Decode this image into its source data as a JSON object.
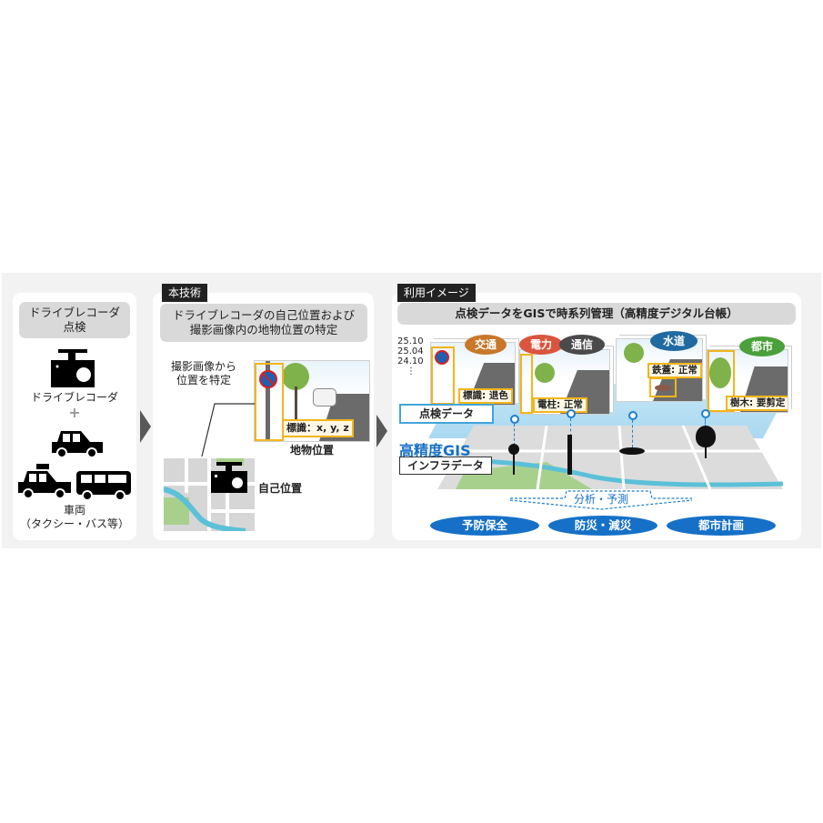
{
  "panel1": {
    "header": [
      "ドライブレコーダ",
      "点検"
    ],
    "dashcam_label": "ドライブレコーダ",
    "plus": "+",
    "vehicles_label": [
      "車両",
      "（タクシー・バス等）"
    ]
  },
  "panel2": {
    "tag": "本技術",
    "header": [
      "ドライブレコーダの自己位置および",
      "撮影画像内の地物位置の特定"
    ],
    "caption": [
      "撮影画像から",
      "位置を特定"
    ],
    "sign_label": "標識：x, y, z",
    "object_position": "地物位置",
    "self_position": "自己位置"
  },
  "panel3": {
    "tag": "利用イメージ",
    "header": "点検データをGISで時系列管理（高精度デジタル台帳）",
    "dates": [
      "25.10",
      "25.04",
      "24.10",
      "⋮"
    ],
    "cards": [
      {
        "categories": [
          "交通"
        ],
        "label": "標識: 退色"
      },
      {
        "categories": [
          "電力",
          "通信"
        ],
        "label": "電柱: 正常"
      },
      {
        "categories": [
          "水道"
        ],
        "label": "鉄蓋: 正常"
      },
      {
        "categories": [
          "都市"
        ],
        "label": "樹木: 要剪定"
      }
    ],
    "category_colors": {
      "交通": "#c8782a",
      "電力": "#d9553e",
      "通信": "#4a4a4a",
      "水道": "#1f6aa0",
      "都市": "#4aa03a"
    },
    "inspection_data_label": "点検データ",
    "gis_label": "高精度GIS",
    "infra_data_label": "インフラデータ",
    "analysis_label": "分析・予測",
    "outcomes": [
      "予防保全",
      "防災・減災",
      "都市計画"
    ]
  },
  "colors": {
    "accent_blue": "#1670c8",
    "highlight_yellow": "#f2b51b",
    "tag_black": "#222222",
    "header_gray": "#d9d9d9",
    "band_gray": "#f2f2f2"
  }
}
